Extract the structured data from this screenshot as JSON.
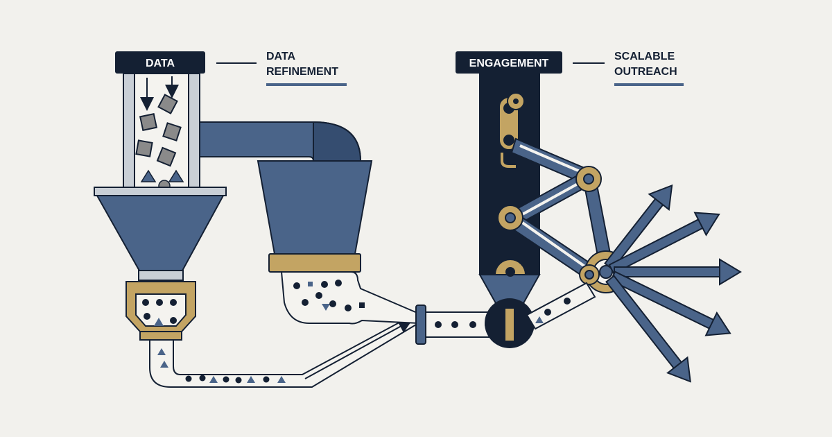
{
  "labels": {
    "data_tag": "DATA",
    "refinement": [
      "DATA",
      "REFINEMENT"
    ],
    "engagement_tag": "ENGAGEMENT",
    "outreach": [
      "SCALABLE",
      "OUTREACH"
    ]
  },
  "colors": {
    "background": "#f2f1ed",
    "navy": "#142033",
    "steel_blue": "#4a6489",
    "steel_dark": "#354d70",
    "gold": "#c3a463",
    "light_panel": "#f4f3ef",
    "gray": "#8a8a8a",
    "rail": "#c9cfd6"
  },
  "icons": [
    "gear-icon",
    "arrow-icon",
    "chain-link-icon"
  ]
}
